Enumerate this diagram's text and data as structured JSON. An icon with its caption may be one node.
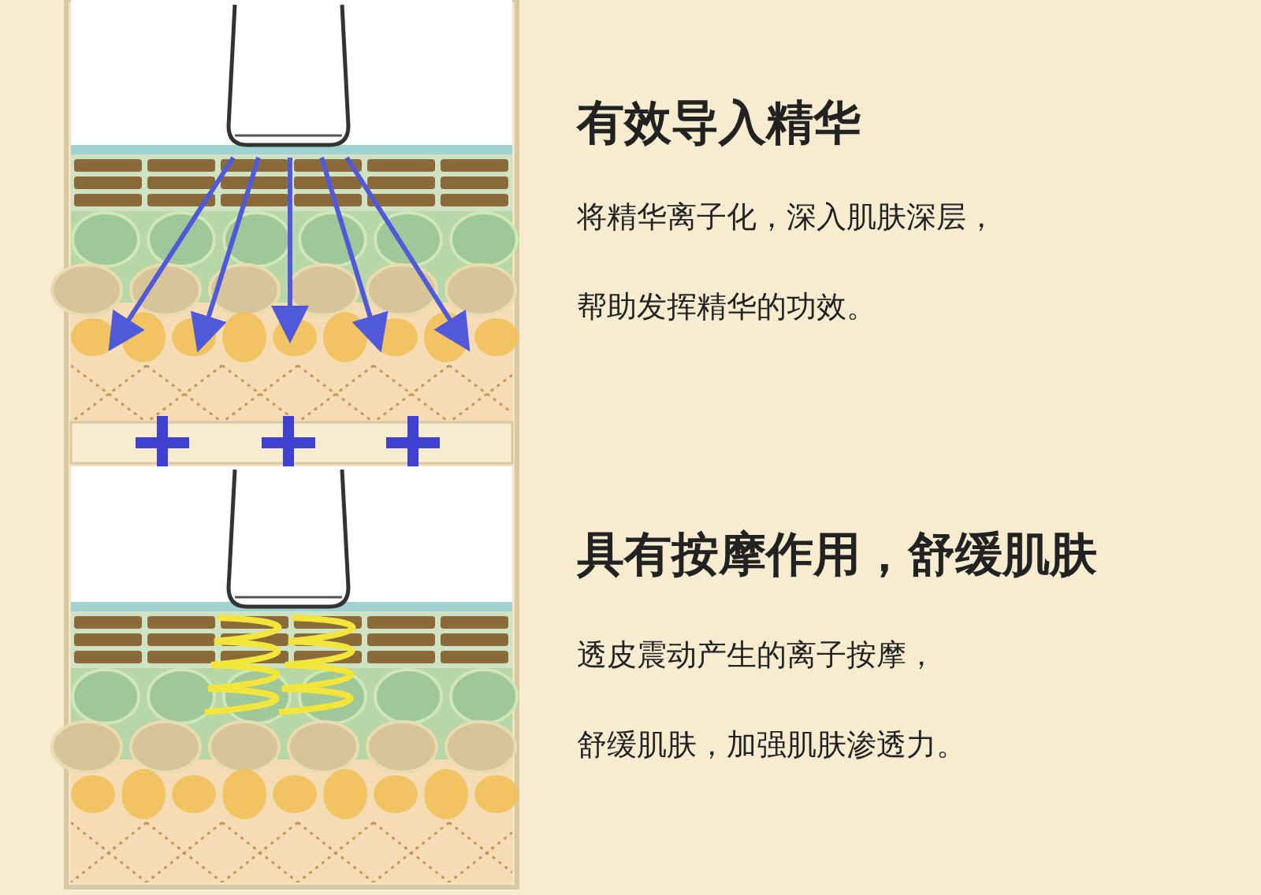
{
  "diagram": {
    "labels": [
      "有效导入精华",
      "将精华离子化，深入肌肤深层，帮助发挥精华的功效。",
      "具有按摩作用，舒缓肌肤",
      "透皮震动产生的离子按摩，舒缓肌肤，加强肌肤渗透力。"
    ]
  }
}
